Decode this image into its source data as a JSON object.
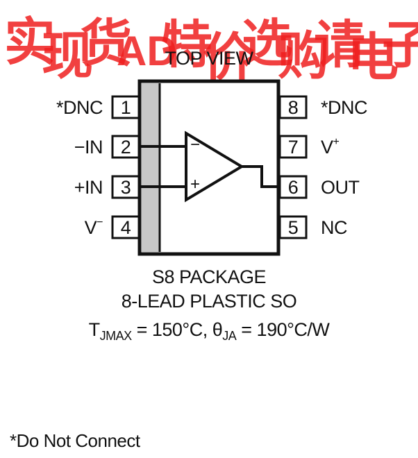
{
  "watermark": [
    "实",
    "现",
    "货",
    "AD",
    "特",
    "价",
    "选",
    "购",
    "请",
    "电",
    "子"
  ],
  "top_view_label": "TOP VIEW",
  "pins_left": [
    {
      "number": "1",
      "name": "*DNC"
    },
    {
      "number": "2",
      "name": "−IN"
    },
    {
      "number": "3",
      "name": "+IN"
    },
    {
      "number": "4",
      "name": "V",
      "sup": "−"
    }
  ],
  "pins_right": [
    {
      "number": "8",
      "name": "*DNC"
    },
    {
      "number": "7",
      "name": "V",
      "sup": "+"
    },
    {
      "number": "6",
      "name": "OUT"
    },
    {
      "number": "5",
      "name": "NC"
    }
  ],
  "amp_inputs": {
    "minus": "−",
    "plus": "+"
  },
  "package": {
    "line1": "S8 PACKAGE",
    "line2": "8-LEAD PLASTIC SO"
  },
  "thermal": {
    "t_symbol": "T",
    "t_sub": "JMAX",
    "t_value": " = 150°C, ",
    "theta_symbol": "θ",
    "theta_sub": "JA",
    "theta_value": " = 190°C/W"
  },
  "footnote": "*Do Not Connect",
  "colors": {
    "watermark": "#ee1e1e",
    "body_stripe": "#c8c8c8",
    "ink": "#111111"
  }
}
